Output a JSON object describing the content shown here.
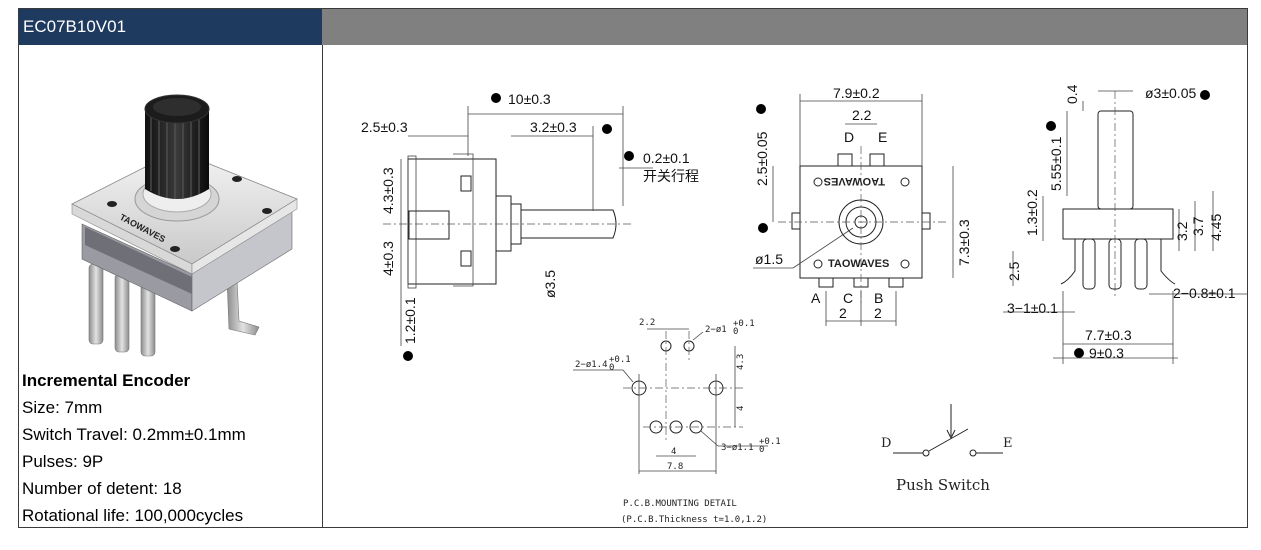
{
  "header": {
    "model": "EC07B10V01"
  },
  "specs": {
    "title": "Incremental Encoder",
    "size": "Size: 7mm",
    "switch_travel": "Switch Travel: 0.2mm±0.1mm",
    "pulses": "Pulses: 9P",
    "detent": "Number of detent: 18",
    "life": "Rotational life: 100,000cycles"
  },
  "photo": {
    "brand": "TAOWAVES"
  },
  "side_view": {
    "d_10": "10±0.3",
    "d_2_5": "2.5±0.3",
    "d_3_2": "3.2±0.3",
    "d_0_2": "0.2±0.1",
    "d_travel": "开关行程",
    "d_4_3": "4.3±0.3",
    "d_4": "4±0.3",
    "d_1_2": "1.2±0.1",
    "d_3_5": "ø3.5"
  },
  "front_view": {
    "d_7_9": "7.9±0.2",
    "d_2_2": "2.2",
    "pin_d": "D",
    "pin_e": "E",
    "d_2_5": "2.5±0.05",
    "d_7_3": "7.3±0.3",
    "d_1_5": "ø1.5",
    "pin_a": "A",
    "pin_c": "C",
    "pin_b": "B",
    "d_2a": "2",
    "d_2b": "2",
    "brand": "TAOWAVES"
  },
  "right_view": {
    "d_0_4": "0.4",
    "d_3": "ø3±0.05",
    "d_5_55": "5.55±0.1",
    "d_1_3": "1.3±0.2",
    "d_3_2": "3.2",
    "d_3_7": "3.7",
    "d_4_45": "4.45",
    "d_2_5": "2.5",
    "d_2_0_8": "2−0.8±0.1",
    "d_3_1": "3−1±0.1",
    "d_7_7": "7.7±0.3",
    "d_9": "9±0.3"
  },
  "pcb": {
    "d_2_2": "2.2",
    "hole_1": "2−ø1",
    "hole_1_tol": "+0.1",
    "hole_1_tol2": "0",
    "hole_1_4": "2−ø1.4",
    "hole_1_4_tol": "+0.1",
    "hole_1_4_tol2": "0",
    "d_4_3": "4.3",
    "d_4v": "4",
    "hole_1_1": "3−ø1.1",
    "hole_1_1_tol": "+0.1",
    "hole_1_1_tol2": "0",
    "d_4h": "4",
    "d_7_8": "7.8",
    "caption": "P.C.B.MOUNTING DETAIL",
    "thickness": "(P.C.B.Thickness t=1.0,1.2)"
  },
  "switch": {
    "d": "D",
    "e": "E",
    "label": "Push Switch"
  }
}
